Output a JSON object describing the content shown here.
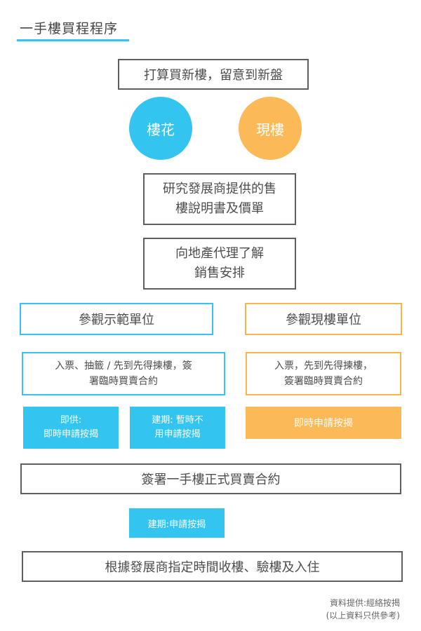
{
  "title": "一手樓買程程序",
  "colors": {
    "accent_blue": "#33c5f0",
    "accent_orange": "#fbb958",
    "border_gray": "#5f5f5f"
  },
  "steps": {
    "start": "打算買新樓，留意到新盤",
    "circle_left": "樓花",
    "circle_right": "現樓",
    "research_line1": "研究發展商提供的售",
    "research_line2": "樓說明書及價單",
    "agent_line1": "向地產代理了解",
    "agent_line2": "銷售安排",
    "visit_left": "參觀示範單位",
    "visit_right": "參觀現樓單位",
    "ticket_left_line1": "入票、抽籤 / 先到先得揀樓，簽",
    "ticket_left_line2": "署臨時買賣合約",
    "ticket_right_line1": "入票，先到先得揀樓，",
    "ticket_right_line2": "簽署臨時買賣合約",
    "mortgage_a_line1": "即供:",
    "mortgage_a_line2": "即時申請按揭",
    "mortgage_b_line1": "建期: 暫時不",
    "mortgage_b_line2": "用申請按揭",
    "mortgage_c": "即時申請按揭",
    "formal_contract": "簽署一手樓正式買賣合約",
    "mortgage_d": "建期:申請按揭",
    "handover": "根據發展商指定時間收樓、驗樓及入住"
  },
  "source_line1": "資料提供:經絡按揭",
  "source_line2": "(以上資料只供參考)"
}
